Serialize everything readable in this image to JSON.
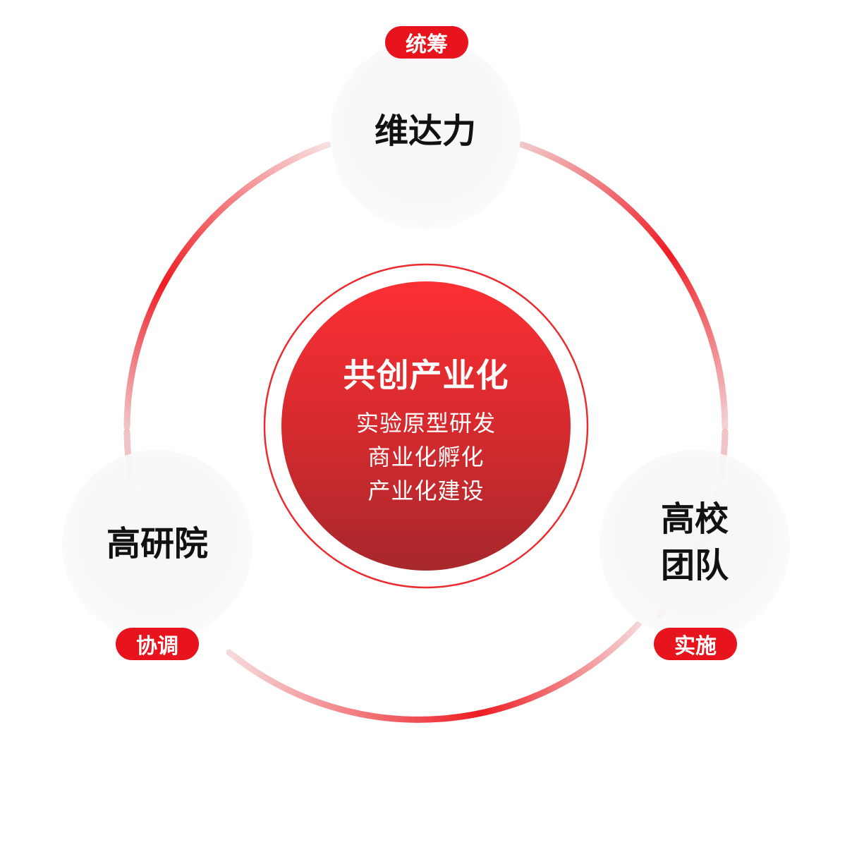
{
  "colors": {
    "accent": "#e8141d",
    "ring_red": "#ee1d23",
    "core_top": "#fb2f33",
    "core_bottom": "#a7282c",
    "text_dark": "#111111"
  },
  "center": {
    "title": "共创产业化",
    "lines": [
      "实验原型研发",
      "商业化孵化",
      "产业化建设"
    ]
  },
  "nodes": {
    "top": {
      "label": "维达力",
      "badge": "统筹"
    },
    "left": {
      "label": "高研院",
      "badge": "协调"
    },
    "right": {
      "label_line1": "高校",
      "label_line2": "团队",
      "badge": "实施"
    }
  }
}
